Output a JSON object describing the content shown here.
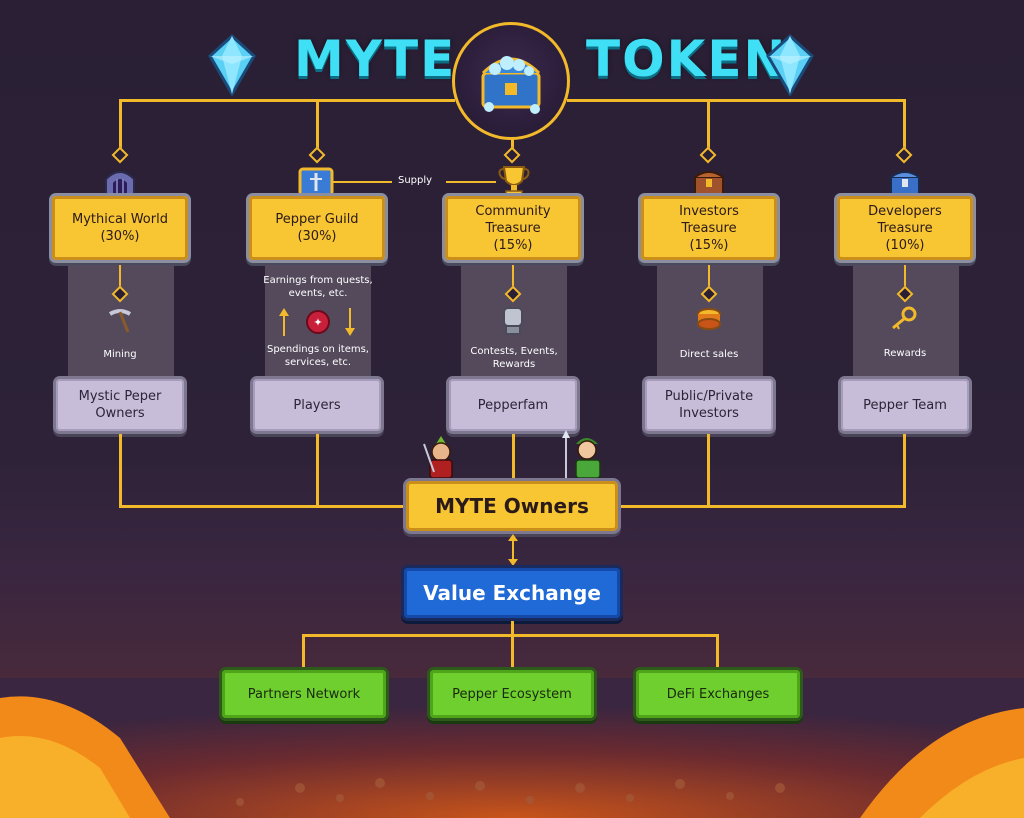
{
  "title": {
    "left": "MYTE",
    "right": "TOKEN"
  },
  "supply_label": "Supply",
  "allocations": [
    {
      "name": "Mythical World",
      "percent": "(30%)",
      "icon": "dungeon-gate-icon",
      "flow": "Mining",
      "flow_icon": "pickaxe-icon",
      "recipient": "Mystic Peper Owners"
    },
    {
      "name": "Pepper Guild",
      "percent": "(30%)",
      "icon": "guild-shield-icon",
      "flow_top": "Earnings from quests, events, etc.",
      "flow": "Spendings on items, services, etc.",
      "flow_icon": "guild-coin-icon",
      "recipient": "Players"
    },
    {
      "name": "Community Treasure",
      "percent": "(15%)",
      "icon": "trophy-icon",
      "flow": "Contests, Events, Rewards",
      "flow_icon": "gauntlet-icon",
      "recipient": "Pepperfam"
    },
    {
      "name": "Investors Treasure",
      "percent": "(15%)",
      "icon": "chest-icon",
      "flow": "Direct sales",
      "flow_icon": "coin-stack-icon",
      "recipient": "Public/Private Investors"
    },
    {
      "name": "Developers Treasure",
      "percent": "(10%)",
      "icon": "blue-chest-icon",
      "flow": "Rewards",
      "flow_icon": "keys-icon",
      "recipient": "Pepper Team"
    }
  ],
  "owners_label": "MYTE Owners",
  "exchange_label": "Value Exchange",
  "destinations": [
    "Partners Network",
    "Pepper Ecosystem",
    "DeFi Exchanges"
  ],
  "colors": {
    "accent": "#f2b92b",
    "title": "#3fe0f5",
    "box_yellow": "#f8c533",
    "box_lavender": "#c8bdd8",
    "box_blue": "#1f6ad6",
    "box_green": "#6fcf2e"
  }
}
